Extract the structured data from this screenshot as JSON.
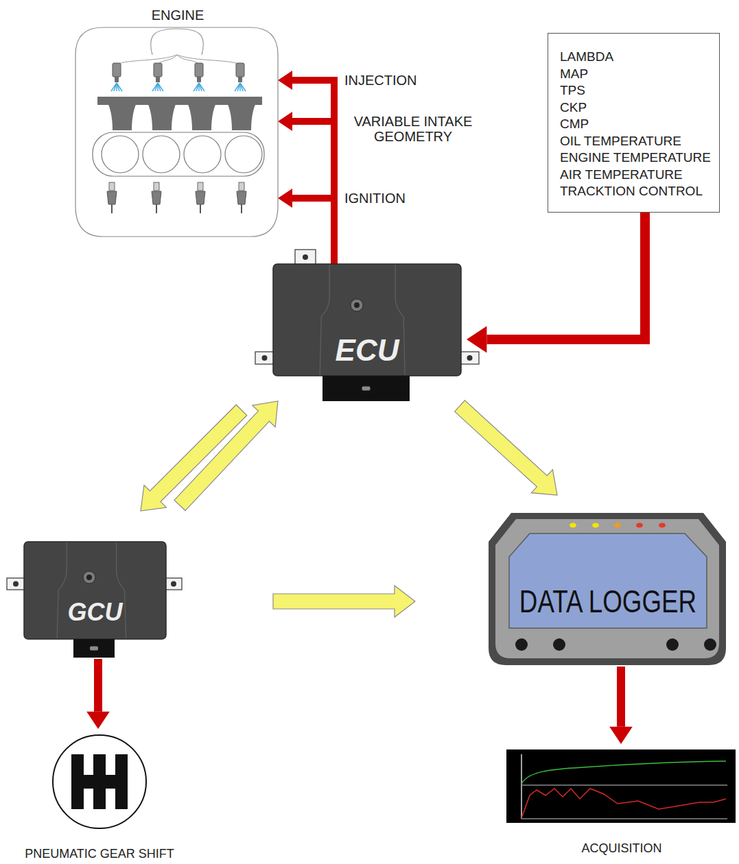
{
  "diagram": {
    "nodes": [
      {
        "text": [
          "ENGINE"
        ]
      },
      {
        "text": [
          "LAMBDA",
          "MAP",
          "TPS",
          "CKP",
          "CMP",
          "OIL TEMPERATURE",
          "ENGINE TEMPERATURE",
          "AIR TEMPERATURE",
          "TRACKTION CONTROL"
        ]
      },
      {
        "text": [
          "ECU"
        ]
      },
      {
        "text": [
          "GCU"
        ]
      },
      {
        "text": [
          "DATA LOGGER"
        ]
      },
      {
        "text": [
          "PNEUMATIC GEAR SHIFT"
        ]
      },
      {
        "text": [
          "ACQUISITION"
        ]
      }
    ],
    "edges": [
      {
        "from": 2,
        "to": 0,
        "arrow": "to",
        "label": "INJECTION"
      },
      {
        "from": 2,
        "to": 0,
        "arrow": "to",
        "label": "VARIABLE INTAKE GEOMETRY"
      },
      {
        "from": 2,
        "to": 0,
        "arrow": "to",
        "label": "IGNITION"
      },
      {
        "from": 1,
        "to": 2,
        "arrow": "to"
      },
      {
        "from": 2,
        "to": 3,
        "arrow": "to"
      },
      {
        "from": 3,
        "to": 2,
        "arrow": "to"
      },
      {
        "from": 2,
        "to": 4,
        "arrow": "to"
      },
      {
        "from": 3,
        "to": 4,
        "arrow": "to"
      },
      {
        "from": 3,
        "to": 5,
        "arrow": "to"
      },
      {
        "from": 4,
        "to": 6,
        "arrow": "to"
      }
    ]
  }
}
